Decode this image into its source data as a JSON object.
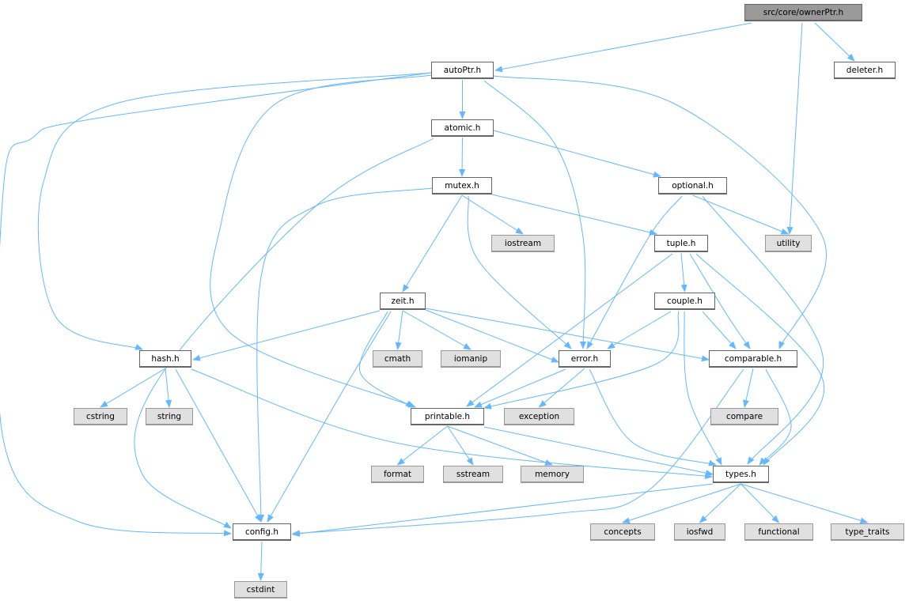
{
  "graph": {
    "colors": {
      "edge": "#63b8ff",
      "root_fill": "#999999",
      "external_fill": "#e0e0e0",
      "node_fill": "#ffffff"
    },
    "nodes": {
      "ownerPtr": {
        "label": "src/core/ownerPtr.h",
        "kind": "root"
      },
      "autoPtr": {
        "label": "autoPtr.h",
        "kind": "internal"
      },
      "deleter": {
        "label": "deleter.h",
        "kind": "internal"
      },
      "atomic": {
        "label": "atomic.h",
        "kind": "internal"
      },
      "mutex": {
        "label": "mutex.h",
        "kind": "internal"
      },
      "optional": {
        "label": "optional.h",
        "kind": "internal"
      },
      "iostream": {
        "label": "iostream",
        "kind": "external"
      },
      "tuple": {
        "label": "tuple.h",
        "kind": "internal"
      },
      "utility": {
        "label": "utility",
        "kind": "external"
      },
      "zeit": {
        "label": "zeit.h",
        "kind": "internal"
      },
      "couple": {
        "label": "couple.h",
        "kind": "internal"
      },
      "hash": {
        "label": "hash.h",
        "kind": "internal"
      },
      "cmath": {
        "label": "cmath",
        "kind": "external"
      },
      "iomanip": {
        "label": "iomanip",
        "kind": "external"
      },
      "error": {
        "label": "error.h",
        "kind": "internal"
      },
      "comparable": {
        "label": "comparable.h",
        "kind": "internal"
      },
      "cstring": {
        "label": "cstring",
        "kind": "external"
      },
      "string": {
        "label": "string",
        "kind": "external"
      },
      "printable": {
        "label": "printable.h",
        "kind": "internal"
      },
      "exception": {
        "label": "exception",
        "kind": "external"
      },
      "compare": {
        "label": "compare",
        "kind": "external"
      },
      "format": {
        "label": "format",
        "kind": "external"
      },
      "sstream": {
        "label": "sstream",
        "kind": "external"
      },
      "memory": {
        "label": "memory",
        "kind": "external"
      },
      "types": {
        "label": "types.h",
        "kind": "internal"
      },
      "config": {
        "label": "config.h",
        "kind": "internal"
      },
      "concepts": {
        "label": "concepts",
        "kind": "external"
      },
      "iosfwd": {
        "label": "iosfwd",
        "kind": "external"
      },
      "functional": {
        "label": "functional",
        "kind": "external"
      },
      "type_traits": {
        "label": "type_traits",
        "kind": "external"
      },
      "cstdint": {
        "label": "cstdint",
        "kind": "external"
      }
    },
    "edges": [
      [
        "ownerPtr",
        "autoPtr"
      ],
      [
        "ownerPtr",
        "deleter"
      ],
      [
        "ownerPtr",
        "utility"
      ],
      [
        "autoPtr",
        "atomic"
      ],
      [
        "autoPtr",
        "config"
      ],
      [
        "autoPtr",
        "hash"
      ],
      [
        "autoPtr",
        "printable"
      ],
      [
        "autoPtr",
        "error"
      ],
      [
        "autoPtr",
        "comparable"
      ],
      [
        "atomic",
        "mutex"
      ],
      [
        "atomic",
        "optional"
      ],
      [
        "atomic",
        "config"
      ],
      [
        "mutex",
        "config"
      ],
      [
        "mutex",
        "iostream"
      ],
      [
        "mutex",
        "tuple"
      ],
      [
        "mutex",
        "zeit"
      ],
      [
        "mutex",
        "error"
      ],
      [
        "optional",
        "error"
      ],
      [
        "optional",
        "utility"
      ],
      [
        "optional",
        "types"
      ],
      [
        "tuple",
        "couple"
      ],
      [
        "tuple",
        "printable"
      ],
      [
        "tuple",
        "comparable"
      ],
      [
        "tuple",
        "types"
      ],
      [
        "zeit",
        "hash"
      ],
      [
        "zeit",
        "cmath"
      ],
      [
        "zeit",
        "iomanip"
      ],
      [
        "zeit",
        "error"
      ],
      [
        "zeit",
        "comparable"
      ],
      [
        "zeit",
        "printable"
      ],
      [
        "zeit",
        "config"
      ],
      [
        "couple",
        "error"
      ],
      [
        "couple",
        "comparable"
      ],
      [
        "couple",
        "printable"
      ],
      [
        "couple",
        "types"
      ],
      [
        "hash",
        "cstring"
      ],
      [
        "hash",
        "string"
      ],
      [
        "hash",
        "config"
      ],
      [
        "hash",
        "types"
      ],
      [
        "error",
        "printable"
      ],
      [
        "error",
        "exception"
      ],
      [
        "error",
        "types"
      ],
      [
        "comparable",
        "compare"
      ],
      [
        "comparable",
        "types"
      ],
      [
        "comparable",
        "config"
      ],
      [
        "printable",
        "format"
      ],
      [
        "printable",
        "sstream"
      ],
      [
        "printable",
        "memory"
      ],
      [
        "printable",
        "types"
      ],
      [
        "types",
        "config"
      ],
      [
        "types",
        "concepts"
      ],
      [
        "types",
        "iosfwd"
      ],
      [
        "types",
        "functional"
      ],
      [
        "types",
        "type_traits"
      ],
      [
        "config",
        "cstdint"
      ]
    ]
  }
}
